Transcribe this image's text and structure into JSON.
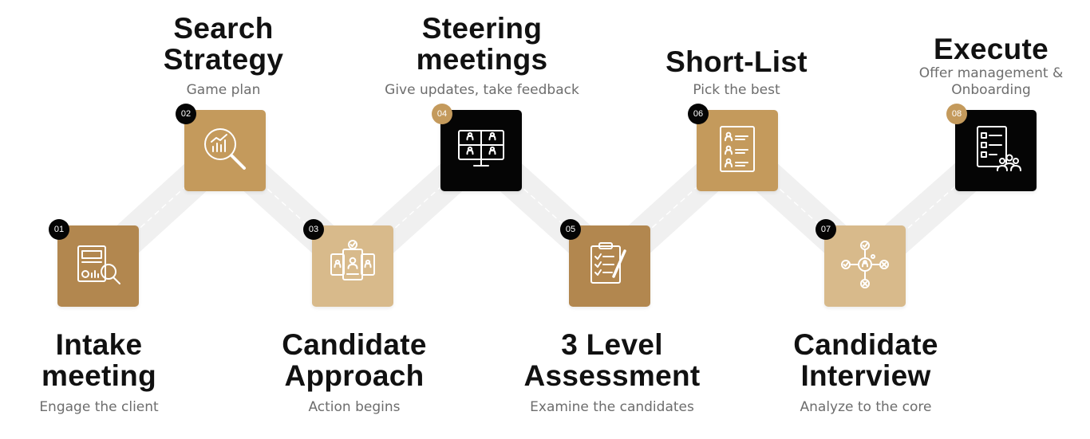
{
  "colors": {
    "gold": "#c49a5c",
    "light_gold": "#d8ba8b",
    "dark_gold": "#b2874f",
    "black": "#050505",
    "connector": "#f0f0f0",
    "title": "#111111",
    "subtitle": "#6d6d6d"
  },
  "steps": [
    {
      "number": "01",
      "title_lines": [
        "Intake",
        "meeting"
      ],
      "subtitle_lines": [
        "Engage the client"
      ],
      "icon": "report-search-icon",
      "tile_color": "#b2874f",
      "badge_color": "#050505",
      "position": "bottom"
    },
    {
      "number": "02",
      "title_lines": [
        "Search",
        "Strategy"
      ],
      "subtitle_lines": [
        "Game plan"
      ],
      "icon": "magnifier-chart-icon",
      "tile_color": "#c49a5c",
      "badge_color": "#050505",
      "position": "top"
    },
    {
      "number": "03",
      "title_lines": [
        "Candidate",
        "Approach"
      ],
      "subtitle_lines": [
        "Action begins"
      ],
      "icon": "candidate-cards-icon",
      "tile_color": "#d8ba8b",
      "badge_color": "#050505",
      "position": "bottom"
    },
    {
      "number": "04",
      "title_lines": [
        "Steering",
        "meetings"
      ],
      "subtitle_lines": [
        "Give updates, take feedback"
      ],
      "icon": "video-conference-icon",
      "tile_color": "#050505",
      "badge_color": "#c49a5c",
      "position": "top"
    },
    {
      "number": "05",
      "title_lines": [
        "3 Level",
        "Assessment"
      ],
      "subtitle_lines": [
        "Examine the candidates"
      ],
      "icon": "clipboard-checklist-icon",
      "tile_color": "#b2874f",
      "badge_color": "#050505",
      "position": "bottom"
    },
    {
      "number": "06",
      "title_lines": [
        "Short-List"
      ],
      "subtitle_lines": [
        "Pick the best"
      ],
      "icon": "shortlist-icon",
      "tile_color": "#c49a5c",
      "badge_color": "#050505",
      "position": "top"
    },
    {
      "number": "07",
      "title_lines": [
        "Candidate",
        "Interview"
      ],
      "subtitle_lines": [
        "Analyze to the core"
      ],
      "icon": "interview-network-icon",
      "tile_color": "#d8ba8b",
      "badge_color": "#050505",
      "position": "bottom"
    },
    {
      "number": "08",
      "title_lines": [
        "Execute"
      ],
      "subtitle_lines": [
        "Offer management &",
        "Onboarding"
      ],
      "icon": "onboarding-checklist-icon",
      "tile_color": "#050505",
      "badge_color": "#c49a5c",
      "position": "top"
    }
  ]
}
